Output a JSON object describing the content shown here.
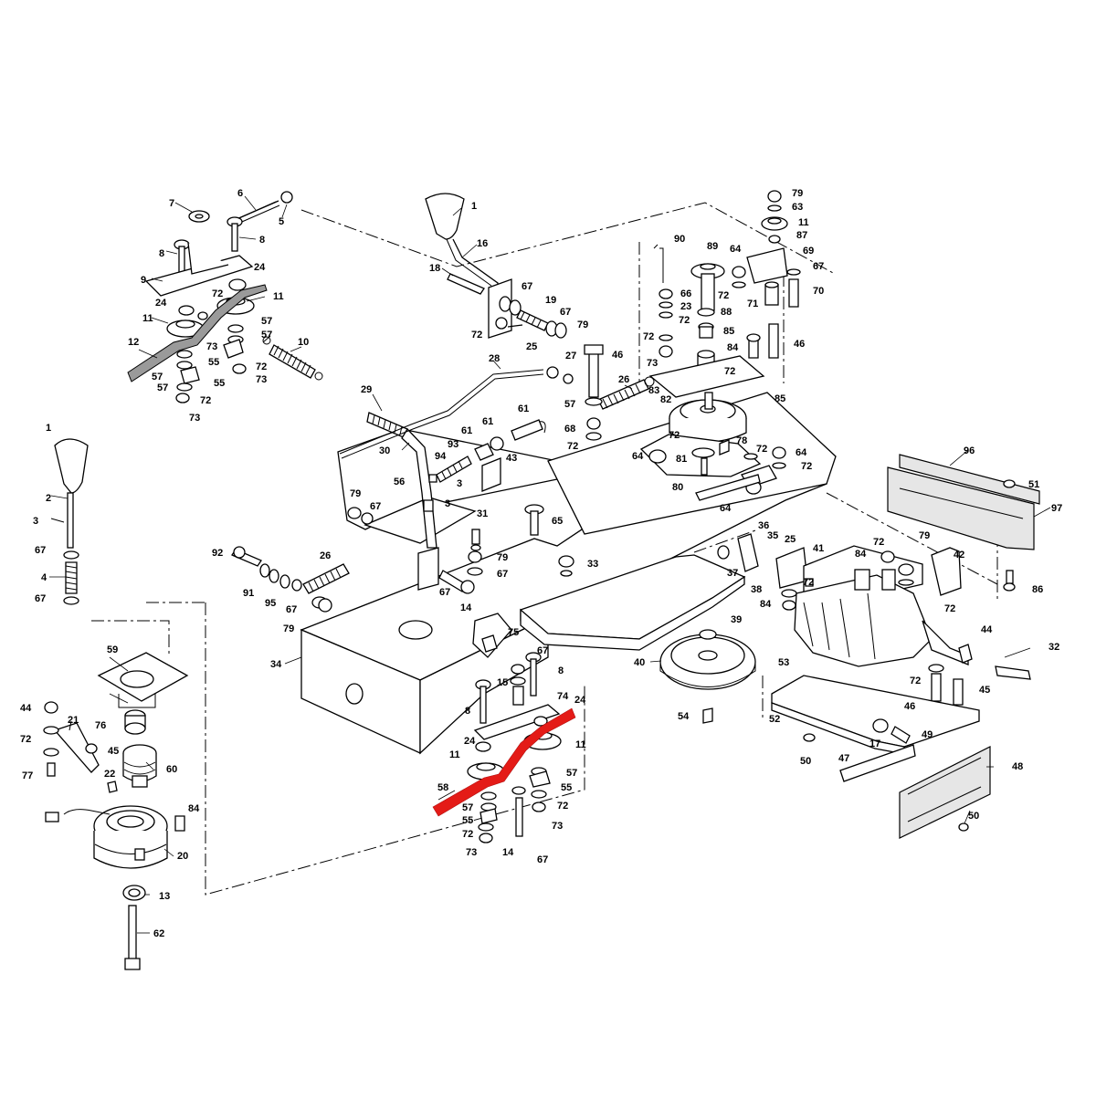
{
  "diagram": {
    "highlight_color": "#e41b17",
    "callouts": [
      {
        "id": "c7",
        "label": "7"
      },
      {
        "id": "c6",
        "label": "6"
      },
      {
        "id": "c5",
        "label": "5"
      },
      {
        "id": "c8a",
        "label": "8"
      },
      {
        "id": "c8b",
        "label": "8"
      },
      {
        "id": "c9",
        "label": "9"
      },
      {
        "id": "c24a",
        "label": "24"
      },
      {
        "id": "c72a",
        "label": "72"
      },
      {
        "id": "c11a",
        "label": "11"
      },
      {
        "id": "c24b",
        "label": "24"
      },
      {
        "id": "c11b",
        "label": "11"
      },
      {
        "id": "c57a",
        "label": "57"
      },
      {
        "id": "c12",
        "label": "12"
      },
      {
        "id": "c73a",
        "label": "73"
      },
      {
        "id": "c57b",
        "label": "57"
      },
      {
        "id": "c10",
        "label": "10"
      },
      {
        "id": "c55a",
        "label": "55"
      },
      {
        "id": "c72b",
        "label": "72"
      },
      {
        "id": "c57c",
        "label": "57"
      },
      {
        "id": "c57d",
        "label": "57"
      },
      {
        "id": "c55b",
        "label": "55"
      },
      {
        "id": "c73b",
        "label": "73"
      },
      {
        "id": "c72c",
        "label": "72"
      },
      {
        "id": "c73c",
        "label": "73"
      },
      {
        "id": "c1a",
        "label": "1"
      },
      {
        "id": "c16",
        "label": "16"
      },
      {
        "id": "c18",
        "label": "18"
      },
      {
        "id": "c67a",
        "label": "67"
      },
      {
        "id": "c19",
        "label": "19"
      },
      {
        "id": "c67b",
        "label": "67"
      },
      {
        "id": "c72d",
        "label": "72"
      },
      {
        "id": "c25a",
        "label": "25"
      },
      {
        "id": "c79a",
        "label": "79"
      },
      {
        "id": "c28",
        "label": "28"
      },
      {
        "id": "c27",
        "label": "27"
      },
      {
        "id": "c46a",
        "label": "46"
      },
      {
        "id": "c26a",
        "label": "26"
      },
      {
        "id": "c57e",
        "label": "57"
      },
      {
        "id": "c68",
        "label": "68"
      },
      {
        "id": "c72e",
        "label": "72"
      },
      {
        "id": "c29",
        "label": "29"
      },
      {
        "id": "c30",
        "label": "30"
      },
      {
        "id": "c93",
        "label": "93"
      },
      {
        "id": "c61a",
        "label": "61"
      },
      {
        "id": "c61b",
        "label": "61"
      },
      {
        "id": "c61c",
        "label": "61"
      },
      {
        "id": "c94",
        "label": "94"
      },
      {
        "id": "c43",
        "label": "43"
      },
      {
        "id": "c56",
        "label": "56"
      },
      {
        "id": "c3a",
        "label": "3"
      },
      {
        "id": "c3b",
        "label": "3"
      },
      {
        "id": "c79b",
        "label": "79"
      },
      {
        "id": "c67c",
        "label": "67"
      },
      {
        "id": "c31",
        "label": "31"
      },
      {
        "id": "c65",
        "label": "65"
      },
      {
        "id": "c79c",
        "label": "79"
      },
      {
        "id": "c67d",
        "label": "67"
      },
      {
        "id": "c67e",
        "label": "67"
      },
      {
        "id": "c14a",
        "label": "14"
      },
      {
        "id": "c33",
        "label": "33"
      },
      {
        "id": "c1b",
        "label": "1"
      },
      {
        "id": "c2",
        "label": "2"
      },
      {
        "id": "c3c",
        "label": "3"
      },
      {
        "id": "c67f",
        "label": "67"
      },
      {
        "id": "c4",
        "label": "4"
      },
      {
        "id": "c67g",
        "label": "67"
      },
      {
        "id": "c92",
        "label": "92"
      },
      {
        "id": "c26b",
        "label": "26"
      },
      {
        "id": "c91",
        "label": "91"
      },
      {
        "id": "c95",
        "label": "95"
      },
      {
        "id": "c67h",
        "label": "67"
      },
      {
        "id": "c79d",
        "label": "79"
      },
      {
        "id": "c34",
        "label": "34"
      },
      {
        "id": "c75",
        "label": "75"
      },
      {
        "id": "c59",
        "label": "59"
      },
      {
        "id": "c44a",
        "label": "44"
      },
      {
        "id": "c21",
        "label": "21"
      },
      {
        "id": "c72f",
        "label": "72"
      },
      {
        "id": "c76",
        "label": "76"
      },
      {
        "id": "c45a",
        "label": "45"
      },
      {
        "id": "c60",
        "label": "60"
      },
      {
        "id": "c77",
        "label": "77"
      },
      {
        "id": "c22",
        "label": "22"
      },
      {
        "id": "c84a",
        "label": "84"
      },
      {
        "id": "c20",
        "label": "20"
      },
      {
        "id": "c13",
        "label": "13"
      },
      {
        "id": "c62",
        "label": "62"
      },
      {
        "id": "c67i",
        "label": "67"
      },
      {
        "id": "c8c",
        "label": "8"
      },
      {
        "id": "c15",
        "label": "15"
      },
      {
        "id": "c74",
        "label": "74"
      },
      {
        "id": "c24c",
        "label": "24"
      },
      {
        "id": "c8d",
        "label": "8"
      },
      {
        "id": "c24d",
        "label": "24"
      },
      {
        "id": "c11c",
        "label": "11"
      },
      {
        "id": "c11d",
        "label": "11"
      },
      {
        "id": "c57f",
        "label": "57"
      },
      {
        "id": "c55c",
        "label": "55"
      },
      {
        "id": "c58",
        "label": "58"
      },
      {
        "id": "c57g",
        "label": "57"
      },
      {
        "id": "c72g",
        "label": "72"
      },
      {
        "id": "c55d",
        "label": "55"
      },
      {
        "id": "c73d",
        "label": "73"
      },
      {
        "id": "c72h",
        "label": "72"
      },
      {
        "id": "c73e",
        "label": "73"
      },
      {
        "id": "c14b",
        "label": "14"
      },
      {
        "id": "c67j",
        "label": "67"
      },
      {
        "id": "c90",
        "label": "90"
      },
      {
        "id": "c89",
        "label": "89"
      },
      {
        "id": "c64a",
        "label": "64"
      },
      {
        "id": "c66",
        "label": "66"
      },
      {
        "id": "c23",
        "label": "23"
      },
      {
        "id": "c72i",
        "label": "72"
      },
      {
        "id": "c72j",
        "label": "72"
      },
      {
        "id": "c88",
        "label": "88"
      },
      {
        "id": "c72k",
        "label": "72"
      },
      {
        "id": "c85a",
        "label": "85"
      },
      {
        "id": "c73f",
        "label": "73"
      },
      {
        "id": "c84b",
        "label": "84"
      },
      {
        "id": "c72l",
        "label": "72"
      },
      {
        "id": "c46b",
        "label": "46"
      },
      {
        "id": "c83",
        "label": "83"
      },
      {
        "id": "c82",
        "label": "82"
      },
      {
        "id": "c85b",
        "label": "85"
      },
      {
        "id": "c79e",
        "label": "79"
      },
      {
        "id": "c63",
        "label": "63"
      },
      {
        "id": "c11e",
        "label": "11"
      },
      {
        "id": "c87",
        "label": "87"
      },
      {
        "id": "c69",
        "label": "69"
      },
      {
        "id": "c67k",
        "label": "67"
      },
      {
        "id": "c71",
        "label": "71"
      },
      {
        "id": "c70",
        "label": "70"
      },
      {
        "id": "c72m",
        "label": "72"
      },
      {
        "id": "c78",
        "label": "78"
      },
      {
        "id": "c64b",
        "label": "64"
      },
      {
        "id": "c81",
        "label": "81"
      },
      {
        "id": "c72n",
        "label": "72"
      },
      {
        "id": "c64c",
        "label": "64"
      },
      {
        "id": "c72o",
        "label": "72"
      },
      {
        "id": "c80",
        "label": "80"
      },
      {
        "id": "c64d",
        "label": "64"
      },
      {
        "id": "c96",
        "label": "96"
      },
      {
        "id": "c51",
        "label": "51"
      },
      {
        "id": "c97",
        "label": "97"
      },
      {
        "id": "c86",
        "label": "86"
      },
      {
        "id": "c36",
        "label": "36"
      },
      {
        "id": "c35",
        "label": "35"
      },
      {
        "id": "c25b",
        "label": "25"
      },
      {
        "id": "c41",
        "label": "41"
      },
      {
        "id": "c84c",
        "label": "84"
      },
      {
        "id": "c72p",
        "label": "72"
      },
      {
        "id": "c79f",
        "label": "79"
      },
      {
        "id": "c42",
        "label": "42"
      },
      {
        "id": "c37",
        "label": "37"
      },
      {
        "id": "c72q",
        "label": "72"
      },
      {
        "id": "c38",
        "label": "38"
      },
      {
        "id": "c84d",
        "label": "84"
      },
      {
        "id": "c72r",
        "label": "72"
      },
      {
        "id": "c39",
        "label": "39"
      },
      {
        "id": "c44b",
        "label": "44"
      },
      {
        "id": "c32",
        "label": "32"
      },
      {
        "id": "c40",
        "label": "40"
      },
      {
        "id": "c53",
        "label": "53"
      },
      {
        "id": "c72s",
        "label": "72"
      },
      {
        "id": "c45b",
        "label": "45"
      },
      {
        "id": "c54",
        "label": "54"
      },
      {
        "id": "c52",
        "label": "52"
      },
      {
        "id": "c46c",
        "label": "46"
      },
      {
        "id": "c17",
        "label": "17"
      },
      {
        "id": "c49",
        "label": "49"
      },
      {
        "id": "c50a",
        "label": "50"
      },
      {
        "id": "c47",
        "label": "47"
      },
      {
        "id": "c48",
        "label": "48"
      },
      {
        "id": "c50b",
        "label": "50"
      }
    ]
  }
}
